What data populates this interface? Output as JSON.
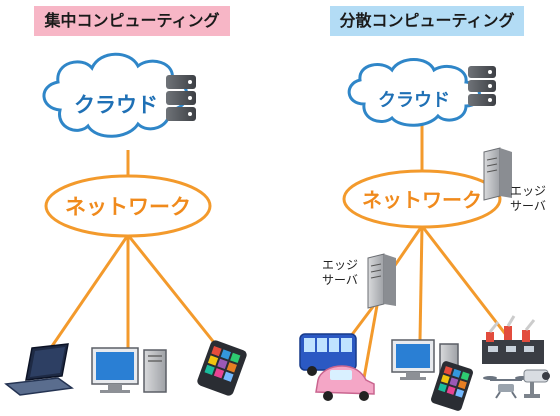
{
  "left": {
    "title": "集中コンピューティング",
    "cloud": "クラウド",
    "network": "ネットワーク",
    "devices": [
      "laptop-icon",
      "desktop-pc-icon",
      "smartphone-icon"
    ]
  },
  "right": {
    "title": "分散コンピューティング",
    "cloud": "クラウド",
    "network": "ネットワーク",
    "edge_server_top": "エッジ\nサーバ",
    "edge_server_left": "エッジ\nサーバ",
    "devices": [
      "bus-icon",
      "car-icon",
      "desktop-pc-icon",
      "smartphone-icon",
      "factory-robot-icon",
      "drone-icon",
      "camera-icon"
    ]
  },
  "colors": {
    "left_title_bg": "#f7b6c6",
    "right_title_bg": "#b3dcf5",
    "line": "#f39a2c",
    "cloud_stroke": "#2f86c8",
    "cloud_text": "#1f70b5",
    "network_text": "#f08a1c"
  }
}
